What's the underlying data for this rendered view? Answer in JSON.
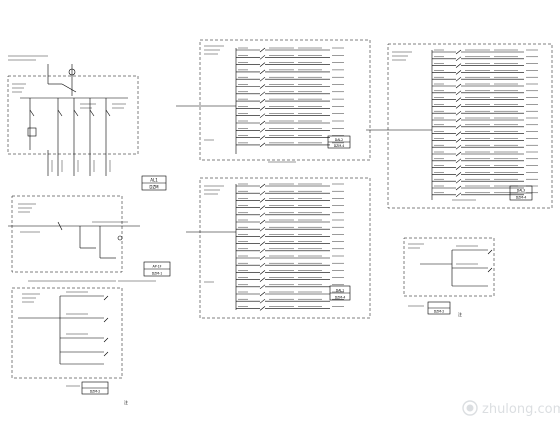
{
  "panels": {
    "main": {
      "label_a": "AL1",
      "label_b": "DZM"
    },
    "ap1": {
      "label_a": "AP-1F",
      "label_b": "DZM-1"
    },
    "bl1": {
      "label_a": "DZM-2",
      "note": "注"
    },
    "mid_top": {
      "label_a": "DAL2",
      "label_b": "DZM-4"
    },
    "mid_bottom": {
      "label_a": "DAL1",
      "label_b": "DZM-4"
    },
    "right_top": {
      "label_a": "DAL3",
      "label_b": "DZM-4"
    },
    "right_bottom": {
      "label_a": "DZM-2",
      "note": "注"
    }
  },
  "watermark": {
    "logo_text": "zhulong.com"
  }
}
